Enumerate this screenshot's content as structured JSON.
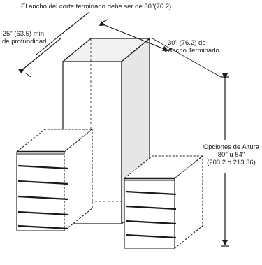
{
  "caption": "El ancho del corte terminado debe ser de 30\"(76.2).",
  "depth_label": {
    "line1": "25\" (63.5) min.",
    "line2": "de profundidad"
  },
  "width_label": {
    "line1": "30\" (76.2) de",
    "line2": "Ancho Terminado"
  },
  "height_label": {
    "line1": "Opciones de Altura",
    "line2": "80\" u 84\"",
    "line3": "(203.2 o 213.36)"
  }
}
